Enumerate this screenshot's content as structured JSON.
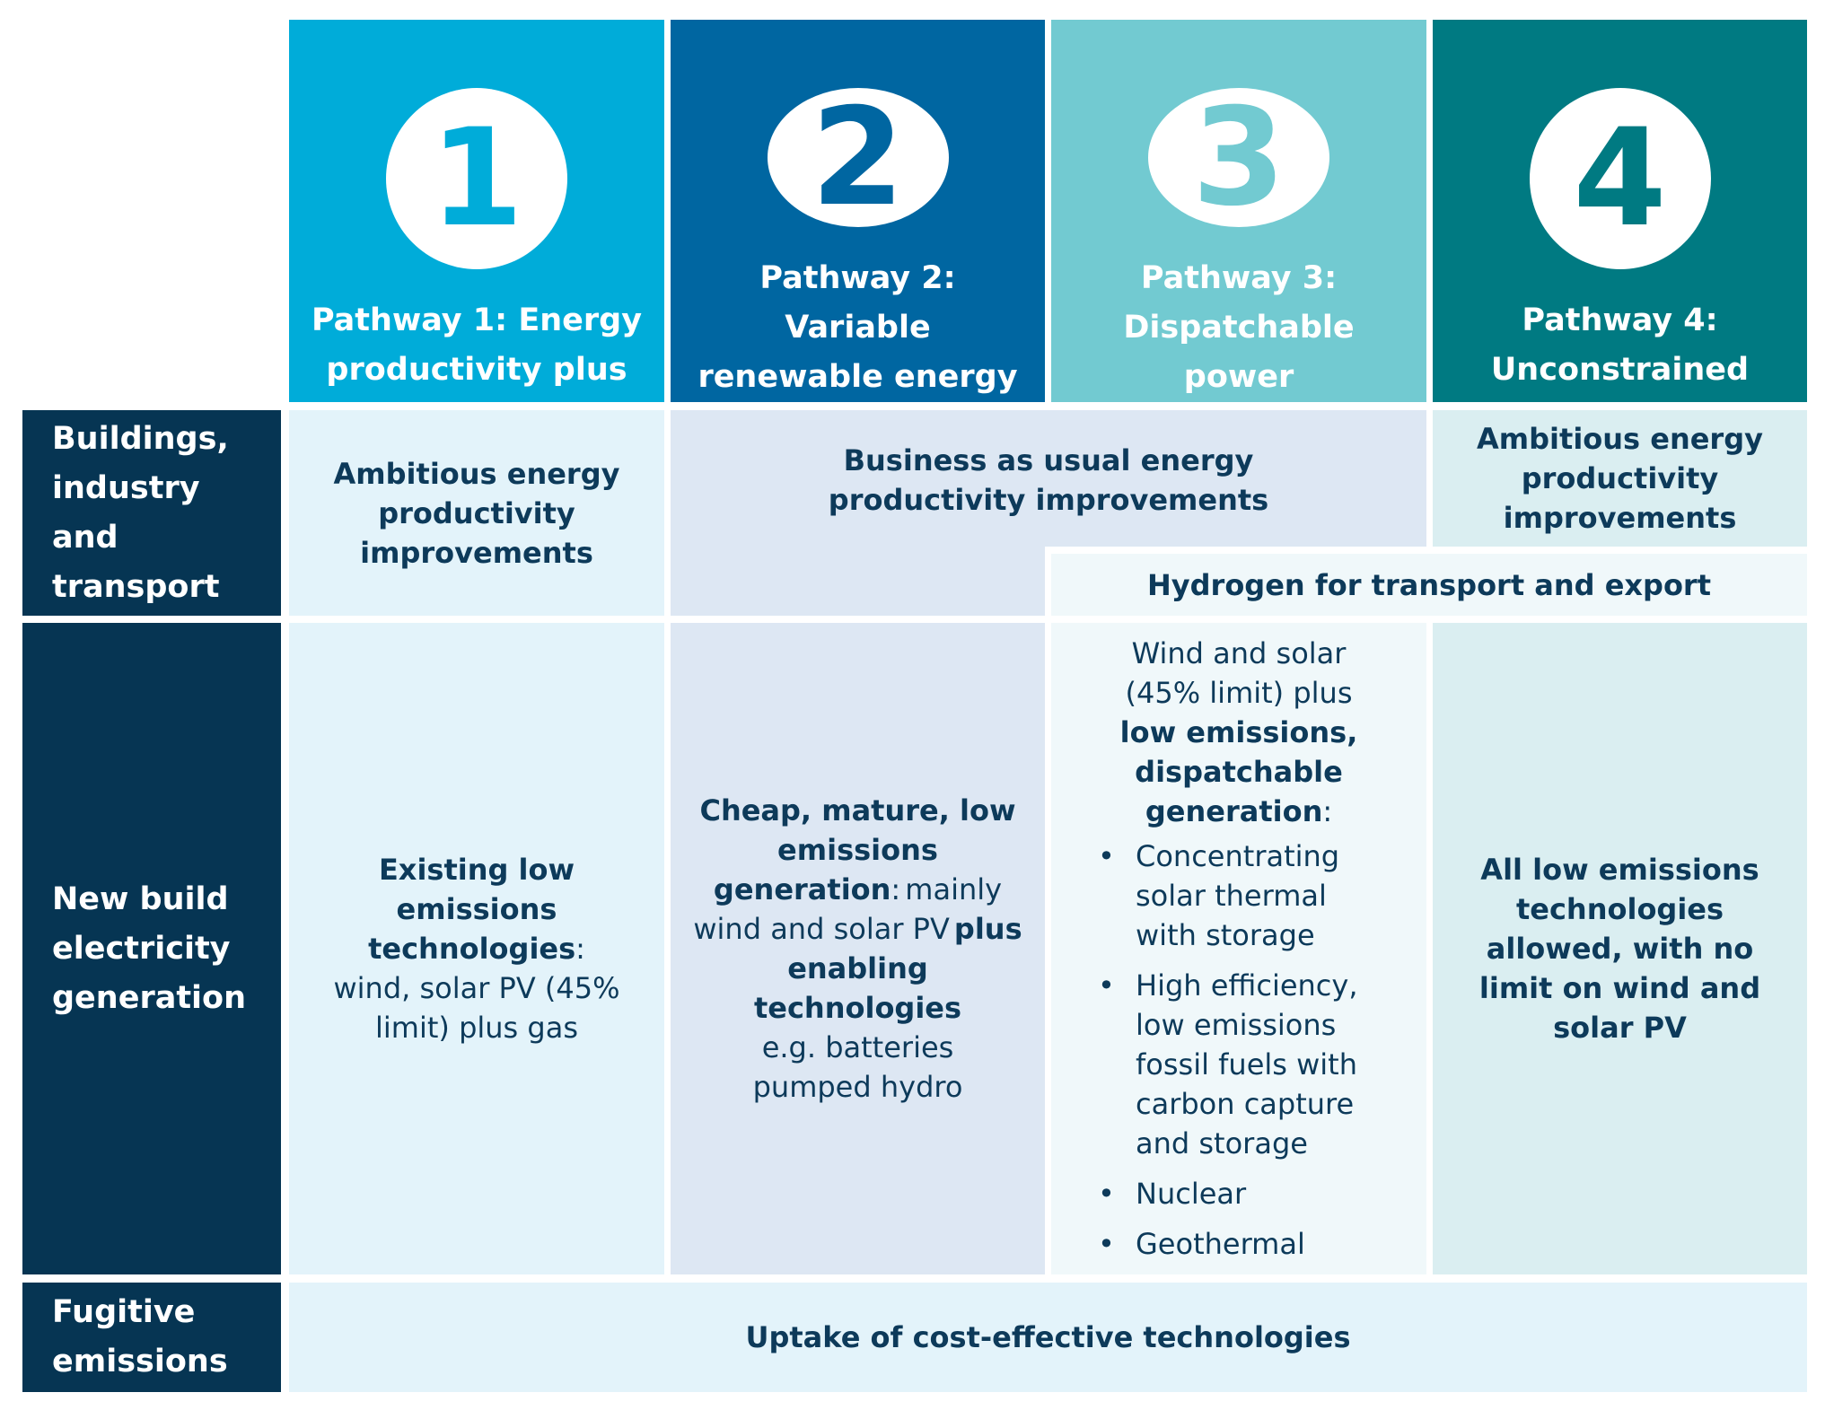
{
  "colors": {
    "pathway1": "#00acd9",
    "pathway2": "#0066a1",
    "pathway3": "#72cad1",
    "pathway4": "#007a82",
    "row_label": "#063553",
    "text_dark": "#0d3a5a"
  },
  "pathways": [
    {
      "number": "1",
      "title": "Pathway 1: Energy productivity plus"
    },
    {
      "number": "2",
      "title": "Pathway 2: Variable renewable energy"
    },
    {
      "number": "3",
      "title": "Pathway 3: Dispatchable power"
    },
    {
      "number": "4",
      "title": "Pathway 4: Unconstrained"
    }
  ],
  "rows": {
    "buildings": "Buildings, industry and transport",
    "electricity": "New build electricity generation",
    "fugitive": "Fugitive emissions"
  },
  "buildings": {
    "p1": "Ambitious energy productivity improvements",
    "p2_p3": "Business as usual energy productivity improvements",
    "p4": "Ambitious energy productivity improvements",
    "hydrogen": "Hydrogen for transport and export"
  },
  "electricity": {
    "p1": {
      "bold": "Existing low emissions technologies",
      "colon": ":",
      "text": "wind, solar PV (45% limit) plus gas"
    },
    "p2": {
      "bold1": "Cheap, mature, low emissions generation",
      "colon": ":",
      "text1": "mainly wind and solar PV",
      "bold2": "plus enabling technologies",
      "text2": "e.g. batteries pumped hydro"
    },
    "p3": {
      "intro": "Wind and solar (45% limit) plus",
      "bold": "low emissions, dispatchable generation",
      "colon": ":",
      "bullets": [
        "Concentrating solar thermal with storage",
        "High efficiency, low emissions fossil fuels with carbon capture and storage",
        "Nuclear",
        "Geothermal"
      ]
    },
    "p4": "All low emissions technologies allowed, with no limit on wind and solar PV"
  },
  "fugitive": {
    "all": "Uptake of cost-effective technologies"
  }
}
